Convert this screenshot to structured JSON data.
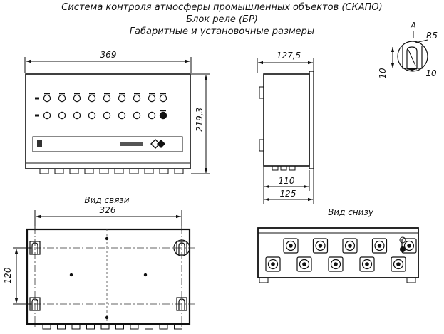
{
  "title": {
    "line1": "Система контроля атмосферы промышленных объектов (СКАПО)",
    "line2": "Блок реле (БР)",
    "line3": "Габаритные и установочные размеры"
  },
  "dimensions": {
    "front_width": "369",
    "front_height": "219,3",
    "side_depth": "127,5",
    "side_base_inner": "110",
    "side_base_outer": "125",
    "rear_hole_spacing_h": "326",
    "rear_hole_spacing_v": "120",
    "detail_radius": "R5",
    "detail_height": "10",
    "detail_width": "10"
  },
  "labels": {
    "detail_view": "A",
    "rear_view": "Вид связи",
    "bottom_view": "Вид снизу"
  },
  "front_panel": {
    "rows": 2,
    "indicators_per_row": 8,
    "right_indicators": 2
  },
  "bottom_view": {
    "connectors_top_row": 5,
    "connectors_bottom_row": 5,
    "small_round_elements": 2
  }
}
